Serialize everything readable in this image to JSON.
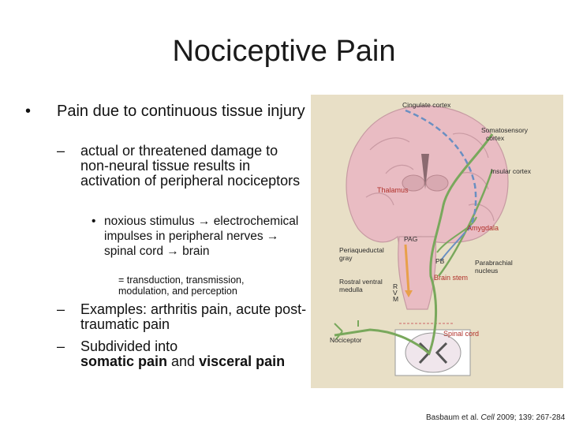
{
  "slide": {
    "title": "Nociceptive Pain",
    "bullet1": "Pain due to continuous tissue injury",
    "sub1": "actual or threatened damage to non-neural tissue results in activation of peripheral nociceptors",
    "sub1a": "noxious stimulus → electrochemical impulses in peripheral nerves → spinal cord → brain",
    "note": "= transduction, transmission, modulation, and perception",
    "sub2": "Examples: arthritis pain, acute post-traumatic pain",
    "sub3_prefix": "Subdivided into",
    "sub3_bold1": "somatic pain",
    "sub3_and": " and ",
    "sub3_bold2": "visceral pain"
  },
  "figure": {
    "labels": {
      "cingulate": "Cingulate cortex",
      "somatosensory1": "Somatosensory",
      "somatosensory2": "cortex",
      "insular": "Insular cortex",
      "thalamus": "Thalamus",
      "amygdala": "Amygdala",
      "pag": "PAG",
      "pag_full1": "Periaqueductal",
      "pag_full2": "gray",
      "pb": "PB",
      "parabrachial1": "Parabrachial",
      "parabrachial2": "nucleus",
      "brainstem": "Brain stem",
      "rvm_full1": "Rostral ventral",
      "rvm_full2": "medulla",
      "rvm_r": "R",
      "rvm_v": "V",
      "rvm_m": "M",
      "spinal": "Spinal cord",
      "nociceptor": "Nociceptor"
    }
  },
  "citation": {
    "authors": "Basbaum et al.",
    "journal": "Cell",
    "details": "2009; 139: 267-284"
  }
}
